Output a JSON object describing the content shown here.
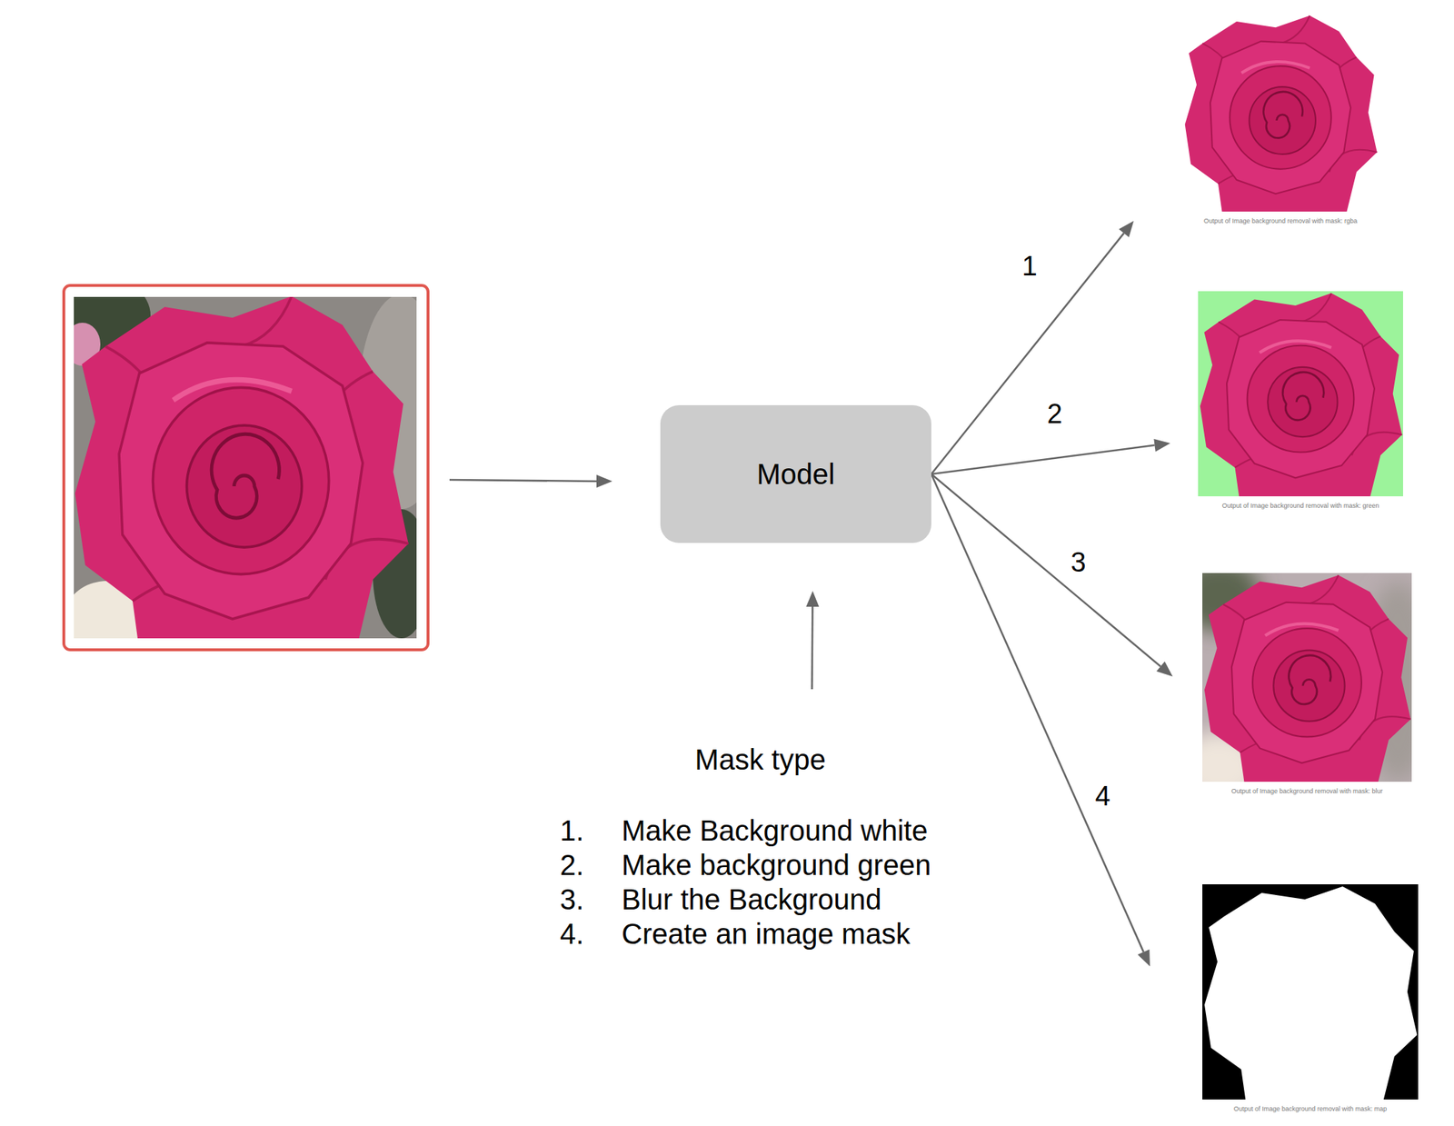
{
  "diagram": {
    "nodes": [
      {
        "text": [
          "Model"
        ]
      },
      {
        "text": [
          "Output of Image background removal with mask: rgba"
        ]
      },
      {
        "text": [
          "Output of Image background removal with mask: green"
        ]
      },
      {
        "text": [
          "Output of Image background removal with mask: blur"
        ]
      },
      {
        "text": [
          "Mask type",
          "1.",
          "Make Background white",
          "2.",
          "Make background green",
          "3.",
          "Blur the Background",
          "4.",
          "Create an image mask"
        ]
      },
      {
        "text": [
          "Output of Image background removal with mask: map"
        ]
      }
    ],
    "edges": [
      {
        "from": 4,
        "to": 0,
        "arrow": "to"
      },
      {
        "from": 0,
        "to": 1,
        "label": "1",
        "arrow": "to"
      },
      {
        "from": 0,
        "to": 2,
        "label": "2",
        "arrow": "to"
      },
      {
        "from": 0,
        "to": 3,
        "label": "3",
        "arrow": "to"
      },
      {
        "from": 0,
        "to": 5,
        "label": "4",
        "arrow": "to"
      }
    ]
  }
}
